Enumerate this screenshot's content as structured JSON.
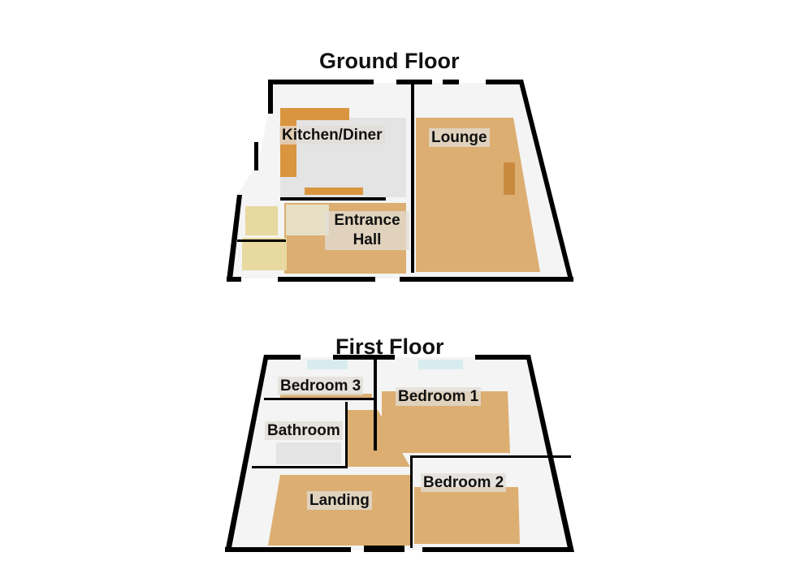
{
  "ground_floor": {
    "title": "Ground Floor",
    "rooms": [
      "Kitchen/Diner",
      "Lounge",
      "Entrance Hall"
    ]
  },
  "first_floor": {
    "title": "First Floor",
    "rooms": [
      "Bedroom 3",
      "Bedroom 1",
      "Bathroom",
      "Landing",
      "Bedroom 2"
    ]
  },
  "colors": {
    "wall": "#000000",
    "wood_floor": "#dcae72",
    "tile_floor": "#e4e4e4",
    "interior_wall": "#f4f4f4",
    "kitchen_units": "#d9953f",
    "window_glass": "#d8ecef"
  }
}
